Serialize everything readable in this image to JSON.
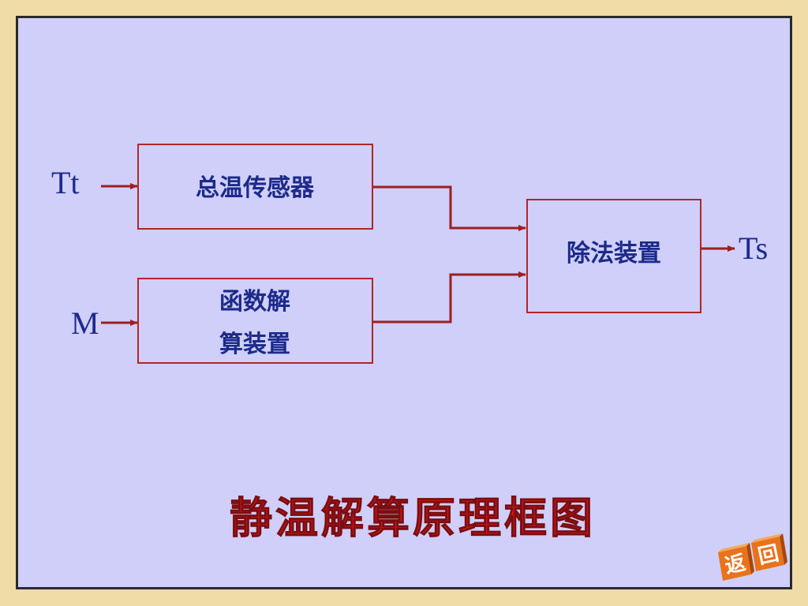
{
  "inputs": {
    "tt": "Tt",
    "m": "M"
  },
  "output": {
    "ts": "Ts"
  },
  "blocks": {
    "total_temp_sensor": "总温传感器",
    "function_solver_line1": "函数解",
    "function_solver_line2": "算装置",
    "divider": "除法装置"
  },
  "caption": "静温解算原理框图",
  "return_button": {
    "label_1": "返",
    "label_2": "回"
  },
  "colors": {
    "background_frame": "#f0dca6",
    "slide": "#cfcff9",
    "box_border": "#b0262a",
    "text_blue": "#1c2a8a",
    "caption_red": "#c8171b"
  }
}
